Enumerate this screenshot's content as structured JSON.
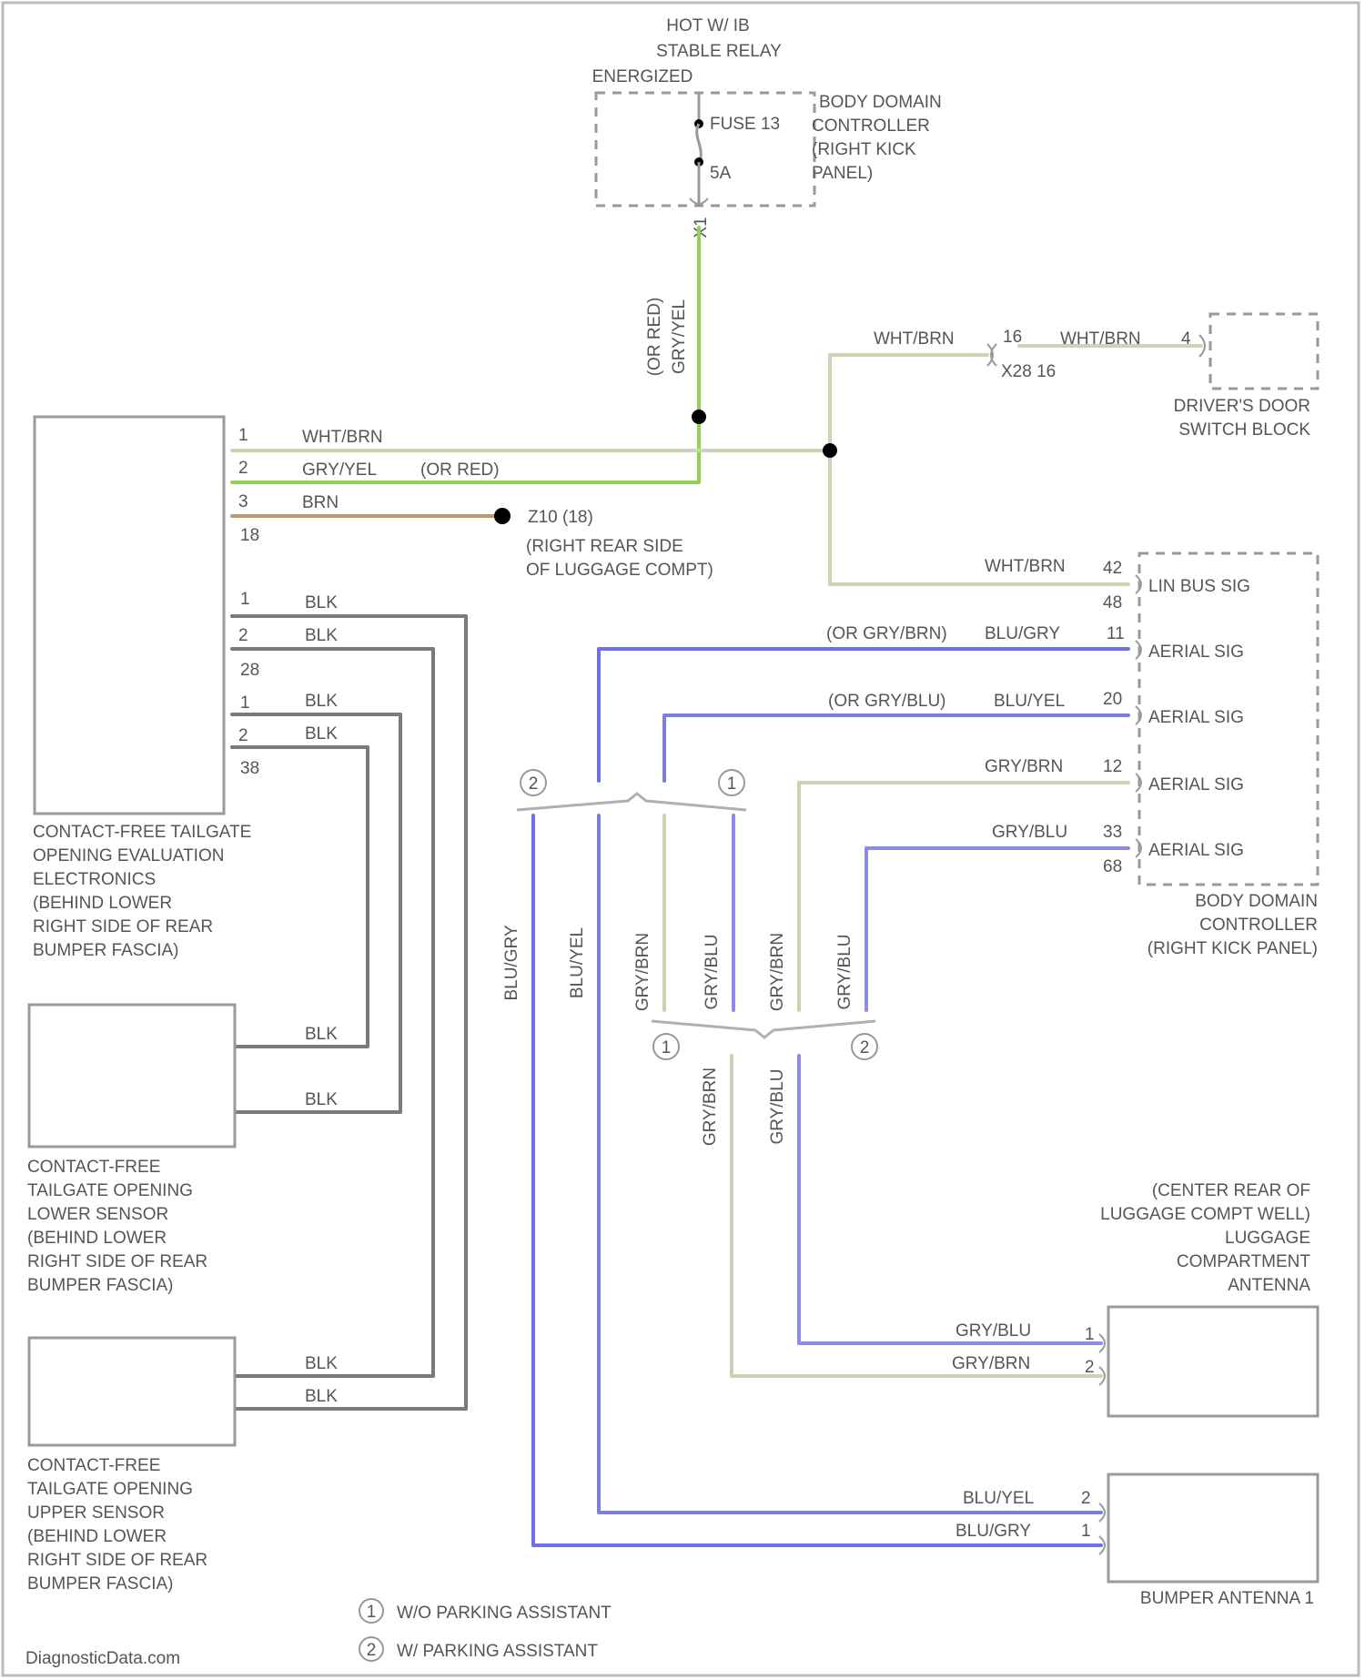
{
  "colors": {
    "wht_brn": "#cfd3b6",
    "gry_yel": "#8ed452",
    "brn": "#b89c70",
    "blk": "#7a7a7a",
    "blu_gry": "#6f6fe6",
    "blu_yel": "#7d7dde",
    "gry_brn": "#cfcfb2",
    "gry_blu": "#8c8ce6"
  },
  "power": {
    "line1": "HOT W/ IB",
    "line2": "STABLE RELAY",
    "line3": "ENERGIZED",
    "fuse_label": "FUSE 13",
    "fuse_rating": "5A",
    "connector": "X1"
  },
  "bdc_top": [
    "BODY DOMAIN",
    "CONTROLLER",
    "(RIGHT KICK",
    "PANEL)"
  ],
  "wire_labels": {
    "fuse_wire_a": "(OR RED)",
    "fuse_wire_b": "GRY/YEL",
    "wht_brn": "WHT/BRN",
    "gry_yel": "GRY/YEL",
    "or_red": "(OR RED)",
    "brn": "BRN",
    "blk": "BLK",
    "sig1": "BLU/GRY",
    "sig1_alt": "(OR GRY/BRN)",
    "sig2": "BLU/YEL",
    "sig2_alt": "(OR GRY/BLU)",
    "sig3": "GRY/BRN",
    "sig4": "GRY/BLU",
    "blu_gry": "BLU/GRY",
    "blu_yel": "BLU/YEL",
    "gry_brn": "GRY/BRN",
    "gry_blu": "GRY/BLU"
  },
  "inline_connector": {
    "pin_left": "16",
    "pin_right": "4",
    "name": "X28 16"
  },
  "drivers_door": [
    "DRIVER'S DOOR",
    "SWITCH BLOCK"
  ],
  "ground": {
    "id": "Z10 (18)",
    "loc1": "(RIGHT REAR SIDE",
    "loc2": "OF LUGGAGE COMPT)"
  },
  "cf_eval": {
    "pins": [
      "1",
      "2",
      "3",
      "18",
      "1",
      "2",
      "28",
      "1",
      "2",
      "38"
    ],
    "label": [
      "CONTACT-FREE TAILGATE",
      "OPENING EVALUATION",
      "ELECTRONICS",
      "(BEHIND LOWER",
      "RIGHT SIDE OF REAR",
      "BUMPER FASCIA)"
    ]
  },
  "bdc_right": {
    "pins": [
      "42",
      "48",
      "11",
      "20",
      "12",
      "33",
      "68"
    ],
    "signals": [
      "LIN BUS SIG",
      "AERIAL SIG",
      "AERIAL SIG",
      "AERIAL SIG",
      "AERIAL SIG"
    ],
    "label": [
      "BODY DOMAIN",
      "CONTROLLER",
      "(RIGHT KICK PANEL)"
    ]
  },
  "lower_sensor": [
    "CONTACT-FREE",
    "TAILGATE OPENING",
    "LOWER SENSOR",
    "(BEHIND LOWER",
    "RIGHT SIDE OF REAR",
    "BUMPER FASCIA)"
  ],
  "upper_sensor": [
    "CONTACT-FREE",
    "TAILGATE OPENING",
    "UPPER SENSOR",
    "(BEHIND LOWER",
    "RIGHT SIDE OF REAR",
    "BUMPER FASCIA)"
  ],
  "luggage_antenna": {
    "label": [
      "(CENTER REAR OF",
      "LUGGAGE COMPT WELL)",
      "LUGGAGE",
      "COMPARTMENT",
      "ANTENNA"
    ],
    "pins": [
      "1",
      "2"
    ]
  },
  "bumper_antenna": {
    "label": "BUMPER ANTENNA 1",
    "pins": [
      "2",
      "1"
    ]
  },
  "options": {
    "one_num": "1",
    "two_num": "2",
    "one": "W/O PARKING ASSISTANT",
    "two": "W/ PARKING ASSISTANT"
  },
  "footer": "DiagnosticData.com"
}
